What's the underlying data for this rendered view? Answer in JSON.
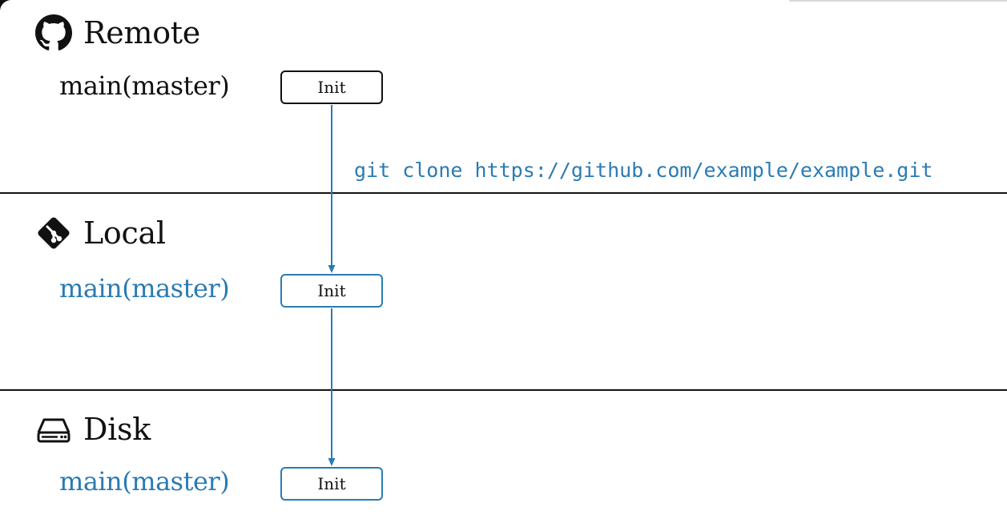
{
  "sections": [
    {
      "title": "Remote",
      "icon": "github-icon",
      "branch": "main(master)",
      "commit": "Init"
    },
    {
      "title": "Local",
      "icon": "git-icon",
      "branch": "main(master)",
      "commit": "Init"
    },
    {
      "title": "Disk",
      "icon": "hard-drive-icon",
      "branch": "main(master)",
      "commit": "Init"
    }
  ],
  "command": "git clone https://github.com/example/example.git",
  "colors": {
    "text": "#111111",
    "accent": "#2a7bb3",
    "background": "#ffffff"
  }
}
